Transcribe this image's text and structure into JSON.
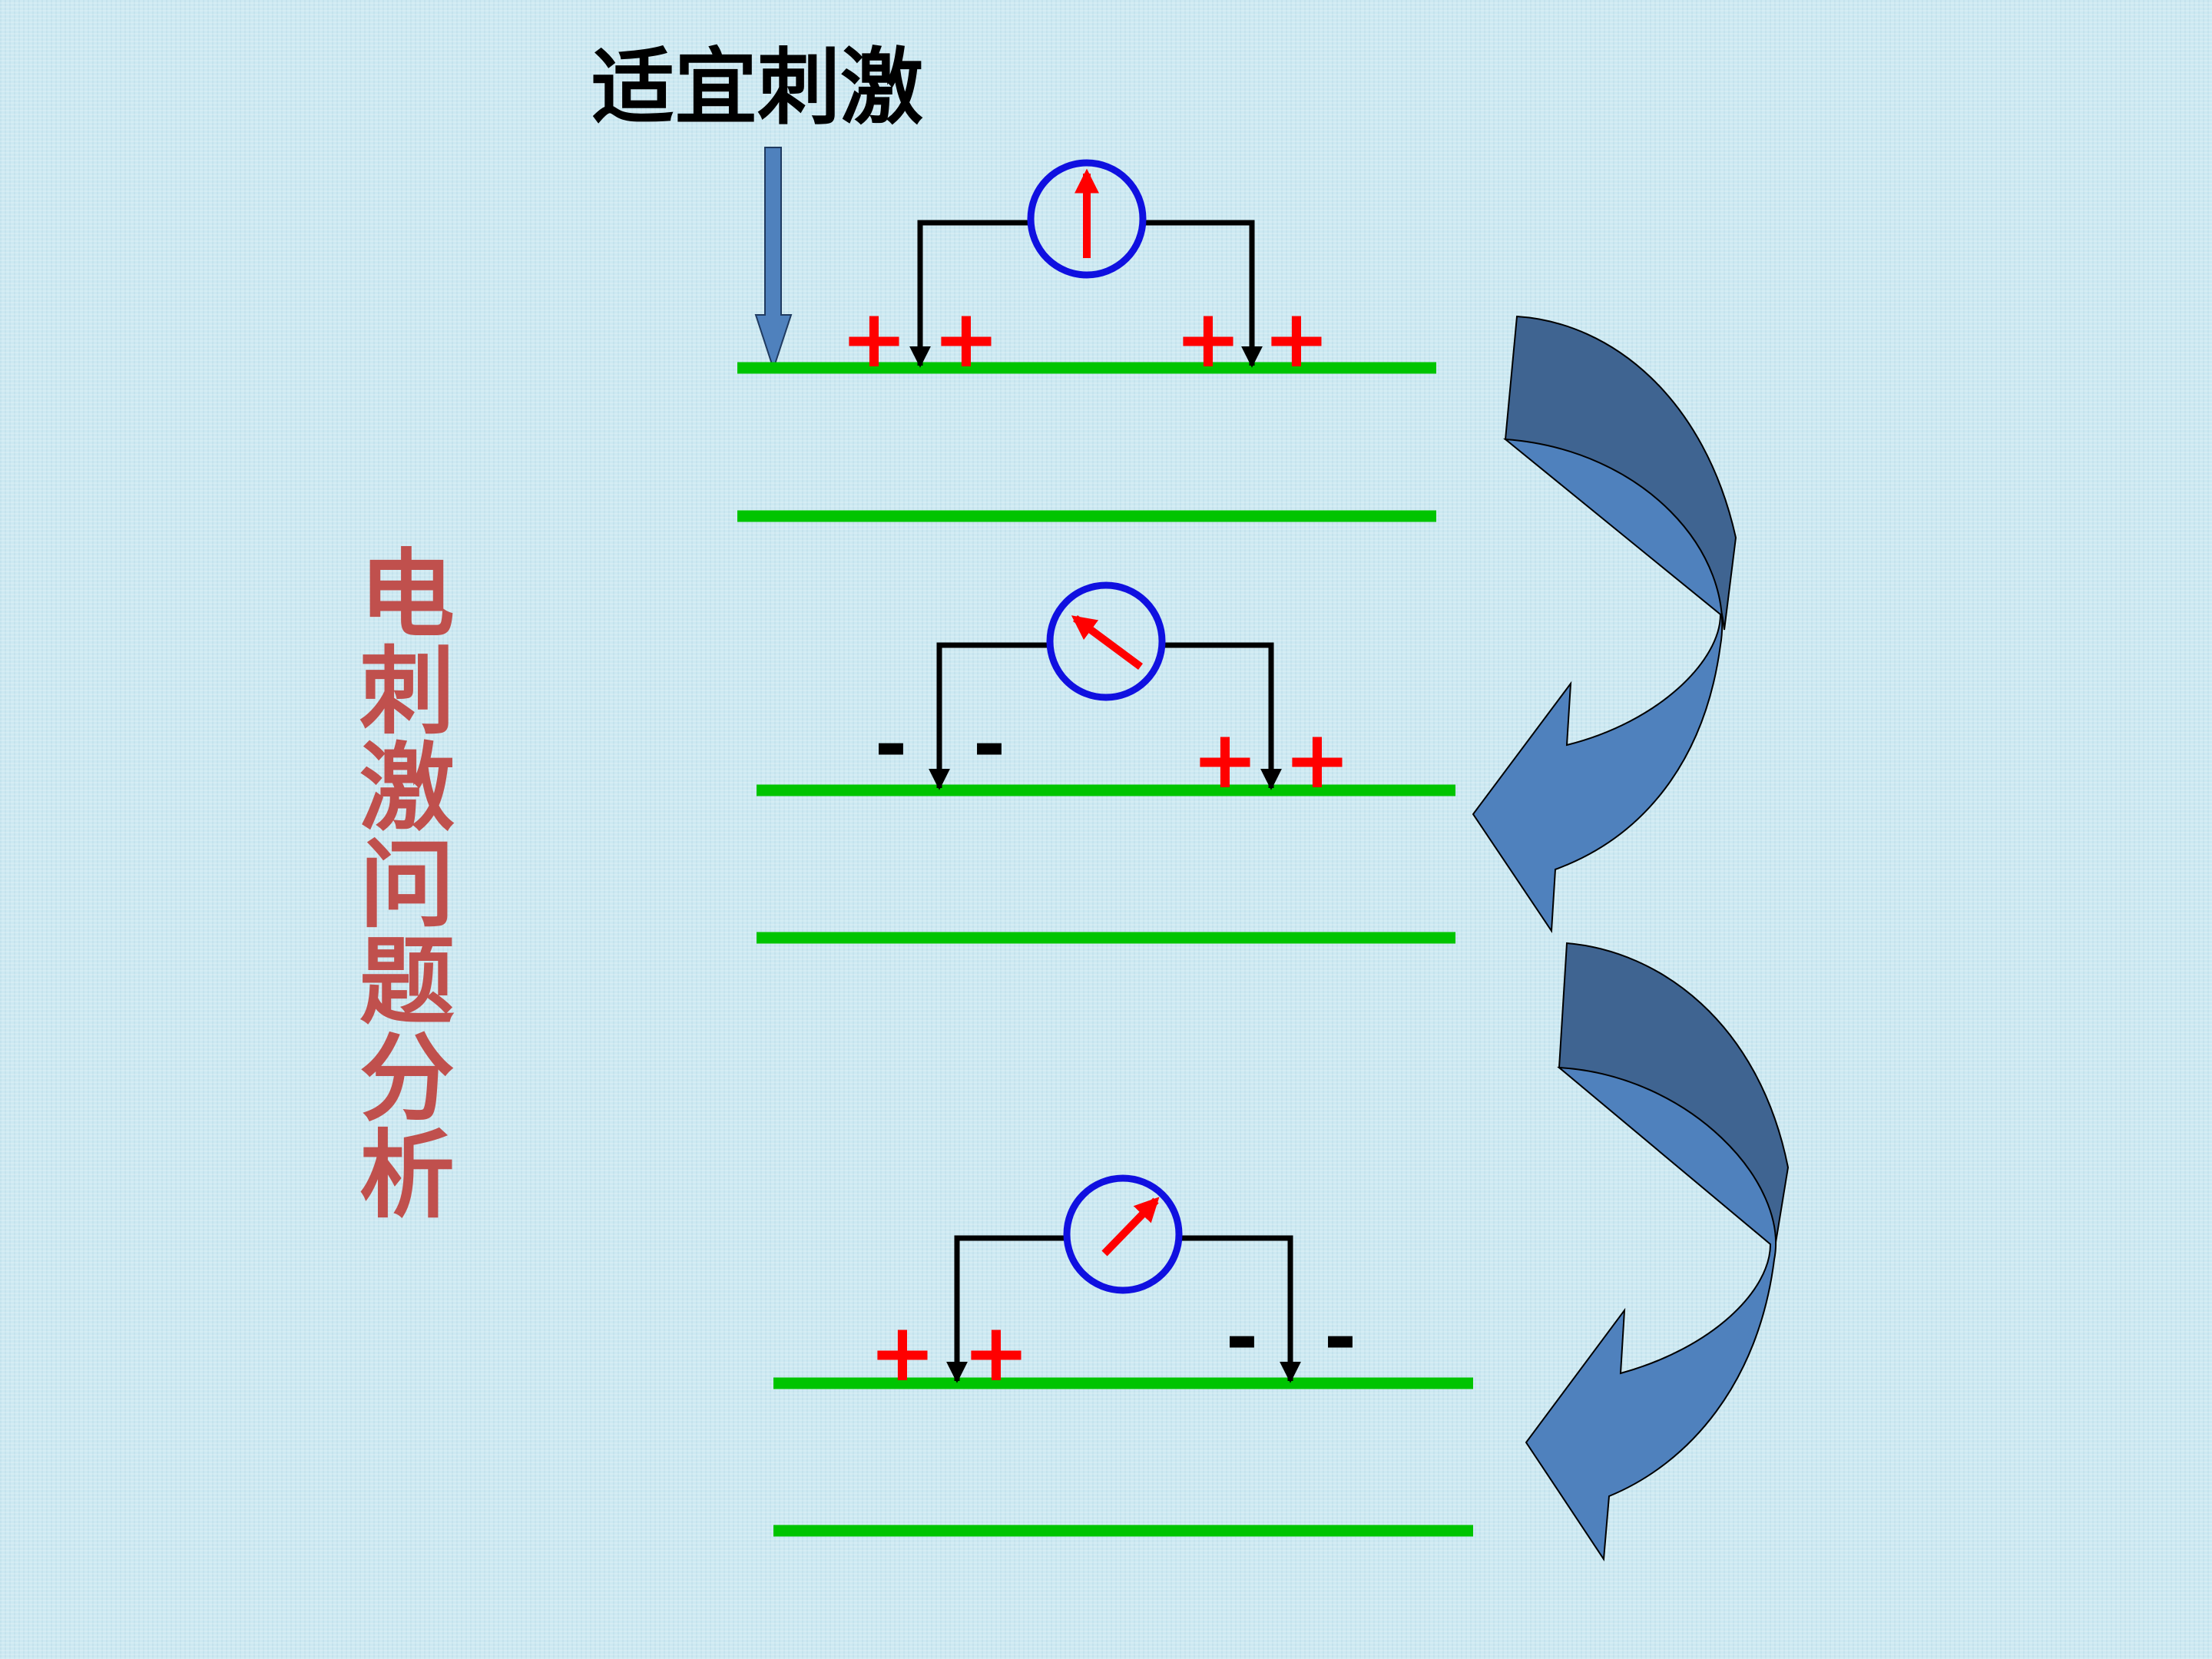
{
  "title": "适宜刺激",
  "side_title": "电刺激问题分析",
  "colors": {
    "membrane": "#00c400",
    "plus": "#ff0000",
    "minus": "#000000",
    "meter_ring": "#1010e0",
    "needle": "#ff0000",
    "stimulus_arrow": "#4f81bd",
    "curved_arrow_front": "#4f81bd",
    "curved_arrow_back": "#3f6491",
    "side_title": "#c0504d"
  },
  "panels": [
    {
      "needle": "up",
      "left_signs": [
        "+",
        "+"
      ],
      "right_signs": [
        "+",
        "+"
      ]
    },
    {
      "needle": "left",
      "left_signs": [
        "-",
        "-"
      ],
      "right_signs": [
        "+",
        "+"
      ]
    },
    {
      "needle": "right",
      "left_signs": [
        "+",
        "+"
      ],
      "right_signs": [
        "-",
        "-"
      ]
    }
  ]
}
